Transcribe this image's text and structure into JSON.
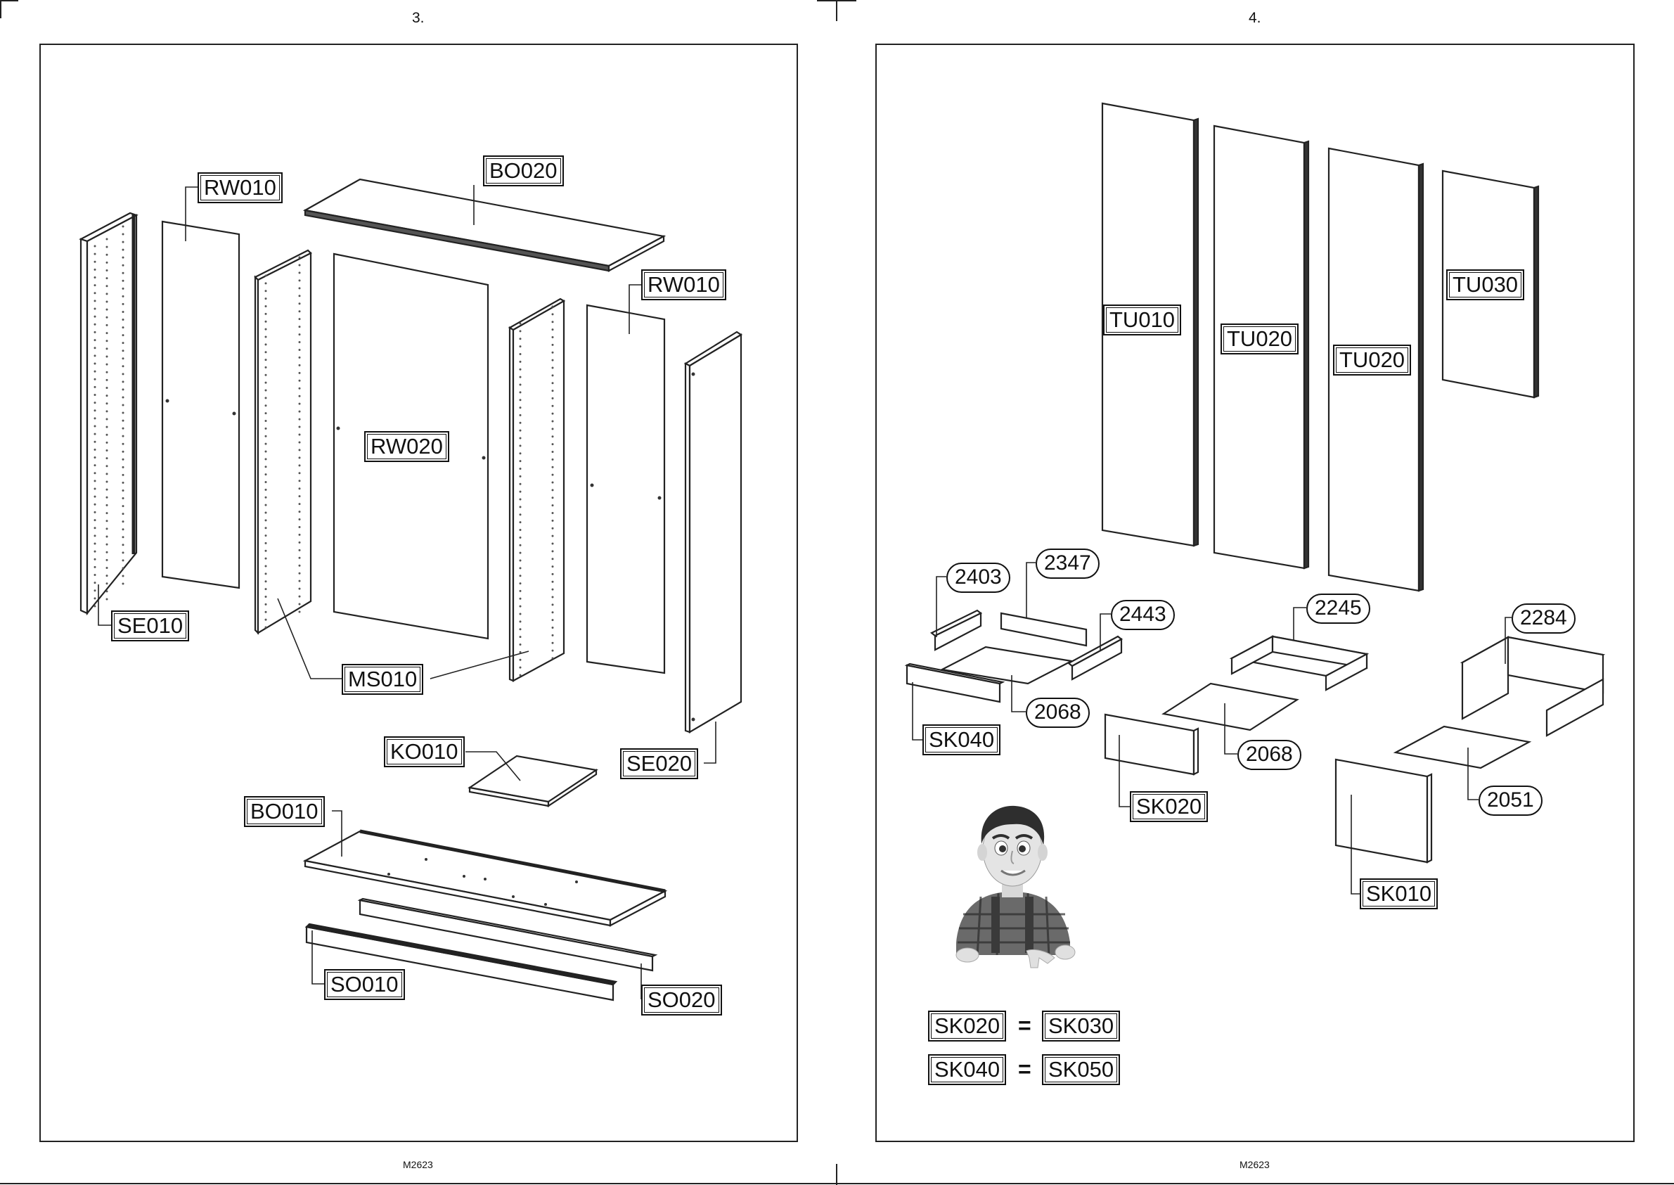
{
  "pages": [
    {
      "number": "3.",
      "footer": "M2623"
    },
    {
      "number": "4.",
      "footer": "M2623"
    }
  ],
  "page3_labels": {
    "rw010_a": "RW010",
    "bo020": "BO020",
    "rw010_b": "RW010",
    "rw020": "RW020",
    "se010": "SE010",
    "ms010": "MS010",
    "ko010": "KO010",
    "se020": "SE020",
    "bo010": "BO010",
    "so010": "SO010",
    "so020": "SO020"
  },
  "page4_labels": {
    "tu010": "TU010",
    "tu020_a": "TU020",
    "tu020_b": "TU020",
    "tu030": "TU030",
    "sk040": "SK040",
    "sk020": "SK020",
    "sk010": "SK010"
  },
  "page4_numbers": {
    "n2403": "2403",
    "n2347": "2347",
    "n2443": "2443",
    "n2068_a": "2068",
    "n2245": "2245",
    "n2068_b": "2068",
    "n2284": "2284",
    "n2051": "2051"
  },
  "equivalences": [
    {
      "left": "SK020",
      "sign": "=",
      "right": "SK030"
    },
    {
      "left": "SK040",
      "sign": "=",
      "right": "SK050"
    }
  ],
  "icons": [
    "mascot-worker-icon"
  ]
}
